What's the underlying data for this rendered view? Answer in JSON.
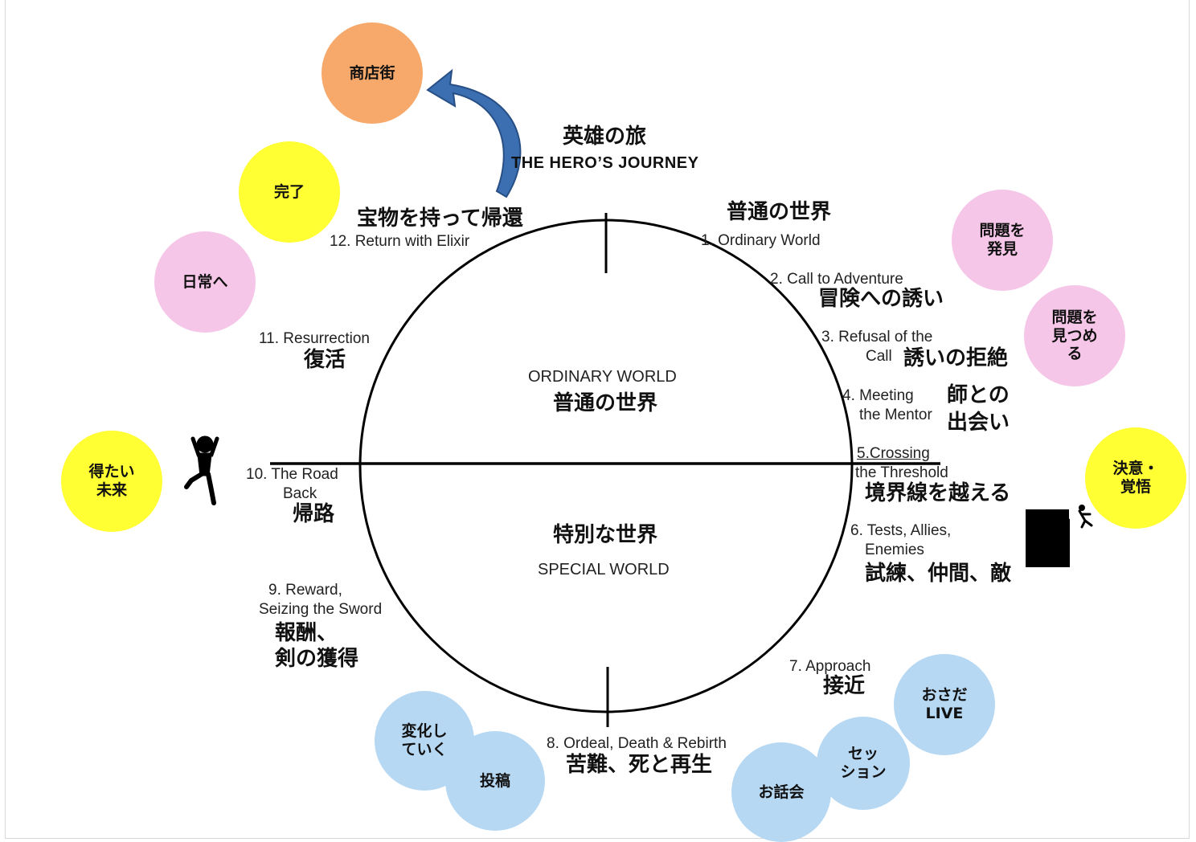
{
  "title": {
    "jp": "英雄の旅",
    "en": "THE HERO’S JOURNEY"
  },
  "worlds": {
    "ordinary": {
      "en": "ORDINARY WORLD",
      "jp": "普通の世界"
    },
    "special": {
      "jp": "特別な世界",
      "en": "SPECIAL WORLD"
    }
  },
  "stages": {
    "s1": {
      "jp": "普通の世界",
      "en": "1.  Ordinary World"
    },
    "s2": {
      "en": "2. Call to Adventure",
      "jp": "冒険への誘い"
    },
    "s3": {
      "en1": "3. Refusal of the",
      "en2": "Call",
      "jp": "誘いの拒絶"
    },
    "s4": {
      "en1": "4. Meeting",
      "en2": "the Mentor",
      "jp1": "師との",
      "jp2": "出会い"
    },
    "s5": {
      "en1": "5.Crossing",
      "en2": "the Threshold",
      "jp": "境界線を越える"
    },
    "s6": {
      "en1": "6. Tests, Allies,",
      "en2": "Enemies",
      "jp": "試練、仲間、敵"
    },
    "s7": {
      "en": "7. Approach",
      "jp": "接近"
    },
    "s8": {
      "en": "8. Ordeal, Death & Rebirth",
      "jp": "苦難、死と再生"
    },
    "s9": {
      "en1": "9. Reward,",
      "en2": "Seizing the Sword",
      "jp1": "報酬、",
      "jp2": "剣の獲得"
    },
    "s10": {
      "en1": "10. The Road",
      "en2": "Back",
      "jp": "帰路"
    },
    "s11": {
      "en": "11. Resurrection",
      "jp": "復活"
    },
    "s12": {
      "jp": "宝物を持って帰還",
      "en": "12. Return with Elixir"
    }
  },
  "bubbles": {
    "shotengai": "商店街",
    "kanryo": "完了",
    "nichijo": "日常へ",
    "mirai": "得たい\n未来",
    "mondai_hakken": "問題を\n発見",
    "mondai_mitsume": "問題を\n見つめ\nる",
    "ketsui": "決意・\n覚悟",
    "osada_live": "おさだ\nLIVE",
    "session": "セッ\nション",
    "ohanashi": "お話会",
    "henka": "変化し\nていく",
    "toko": "投稿"
  },
  "colors": {
    "orange": "#f6a96b",
    "yellow": "#ffff33",
    "pink": "#f5c6e8",
    "blue": "#b7d8f3",
    "arrow": "#3c6fb1"
  },
  "icons": [
    "jumping-person-icon",
    "door-exit-icon",
    "curved-arrow-icon"
  ]
}
